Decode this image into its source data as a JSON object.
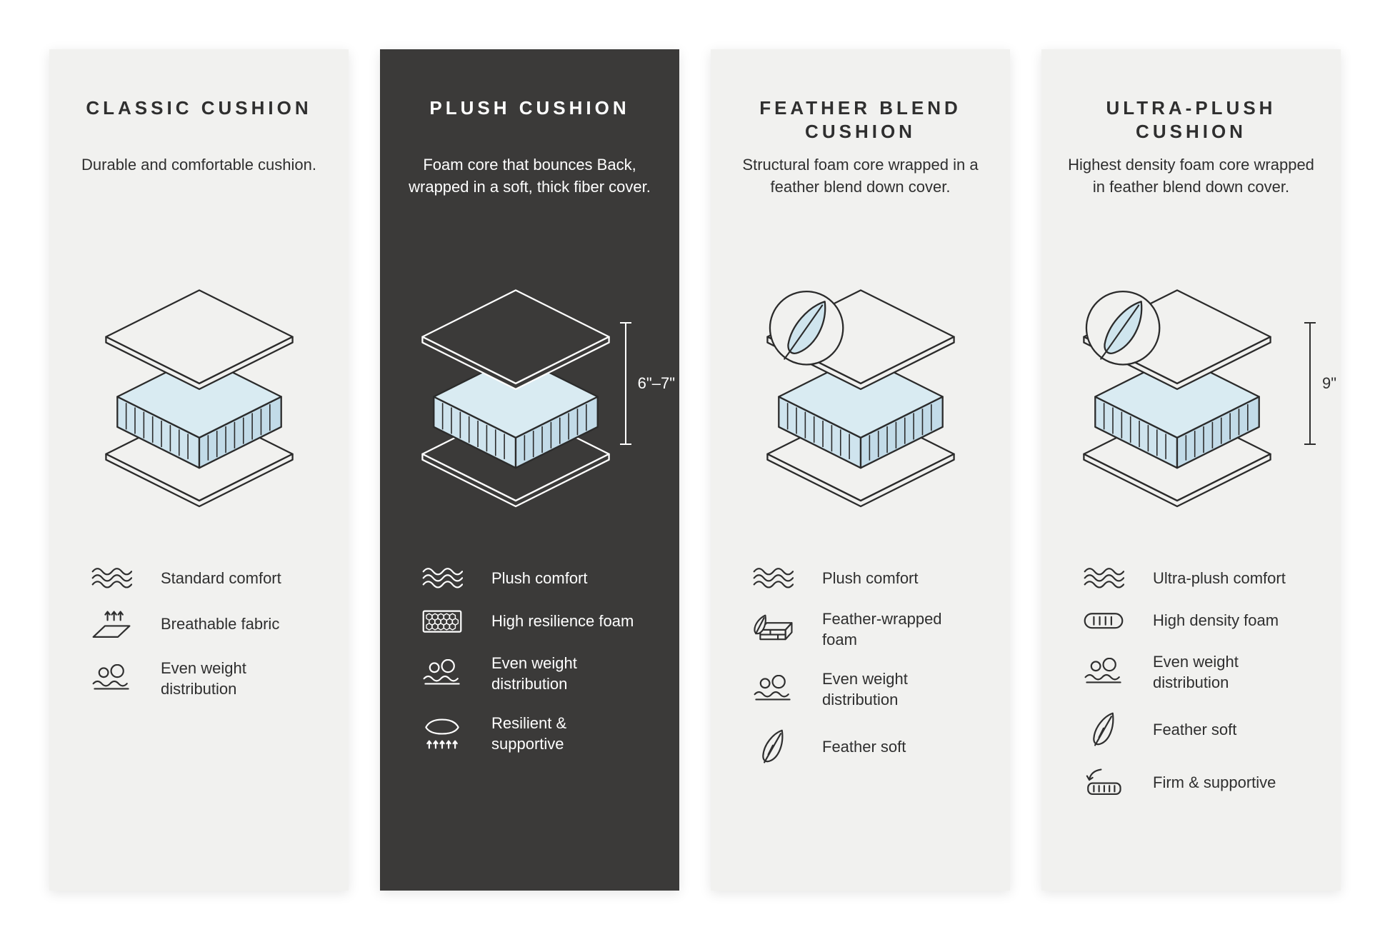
{
  "colors": {
    "page_background": "#ffffff",
    "panel_light": "#f1f1ef",
    "panel_dark": "#3b3a39",
    "text_dark": "#2f2f2f",
    "text_light": "#ffffff",
    "foam_blue": "#cfe5ee",
    "outline": "#2b2b2b"
  },
  "panels": [
    {
      "id": "classic-cushion",
      "theme": "light",
      "title": "CLASSIC CUSHION",
      "description": "Durable and comfortable cushion.",
      "diagram": {
        "type": "layered-cushion",
        "feather_badge": false,
        "measurement": null
      },
      "features": [
        {
          "icon": "waves-icon",
          "label": "Standard comfort"
        },
        {
          "icon": "breathable-fabric-icon",
          "label": "Breathable fabric"
        },
        {
          "icon": "even-weight-icon",
          "label": "Even weight distribution"
        }
      ]
    },
    {
      "id": "plush-cushion",
      "theme": "dark",
      "title": "PLUSH CUSHION",
      "description": "Foam core that bounces Back, wrapped in a soft, thick fiber cover.",
      "diagram": {
        "type": "layered-cushion",
        "feather_badge": false,
        "measurement": "6\"–7\""
      },
      "features": [
        {
          "icon": "waves-icon",
          "label": "Plush comfort"
        },
        {
          "icon": "honeycomb-foam-icon",
          "label": "High resilience foam"
        },
        {
          "icon": "even-weight-icon",
          "label": "Even weight distribution"
        },
        {
          "icon": "resilient-supportive-icon",
          "label": "Resilient & supportive"
        }
      ]
    },
    {
      "id": "feather-blend-cushion",
      "theme": "light",
      "title": "FEATHER BLEND CUSHION",
      "description": "Structural foam core wrapped in a feather blend down cover.",
      "diagram": {
        "type": "layered-cushion",
        "feather_badge": true,
        "measurement": null
      },
      "features": [
        {
          "icon": "waves-icon",
          "label": "Plush comfort"
        },
        {
          "icon": "feather-wrapped-foam-icon",
          "label": "Feather-wrapped foam"
        },
        {
          "icon": "even-weight-icon",
          "label": "Even weight distribution"
        },
        {
          "icon": "feather-icon",
          "label": "Feather soft"
        }
      ]
    },
    {
      "id": "ultra-plush-cushion",
      "theme": "light",
      "title": "ULTRA-PLUSH CUSHION",
      "description": "Highest density foam core wrapped in feather blend down cover.",
      "diagram": {
        "type": "layered-cushion",
        "feather_badge": true,
        "measurement": "9\""
      },
      "features": [
        {
          "icon": "waves-icon",
          "label": "Ultra-plush comfort"
        },
        {
          "icon": "density-foam-icon",
          "label": "High density foam"
        },
        {
          "icon": "even-weight-icon",
          "label": "Even weight distribution"
        },
        {
          "icon": "feather-icon",
          "label": "Feather soft"
        },
        {
          "icon": "firm-supportive-icon",
          "label": "Firm & supportive"
        }
      ]
    }
  ]
}
